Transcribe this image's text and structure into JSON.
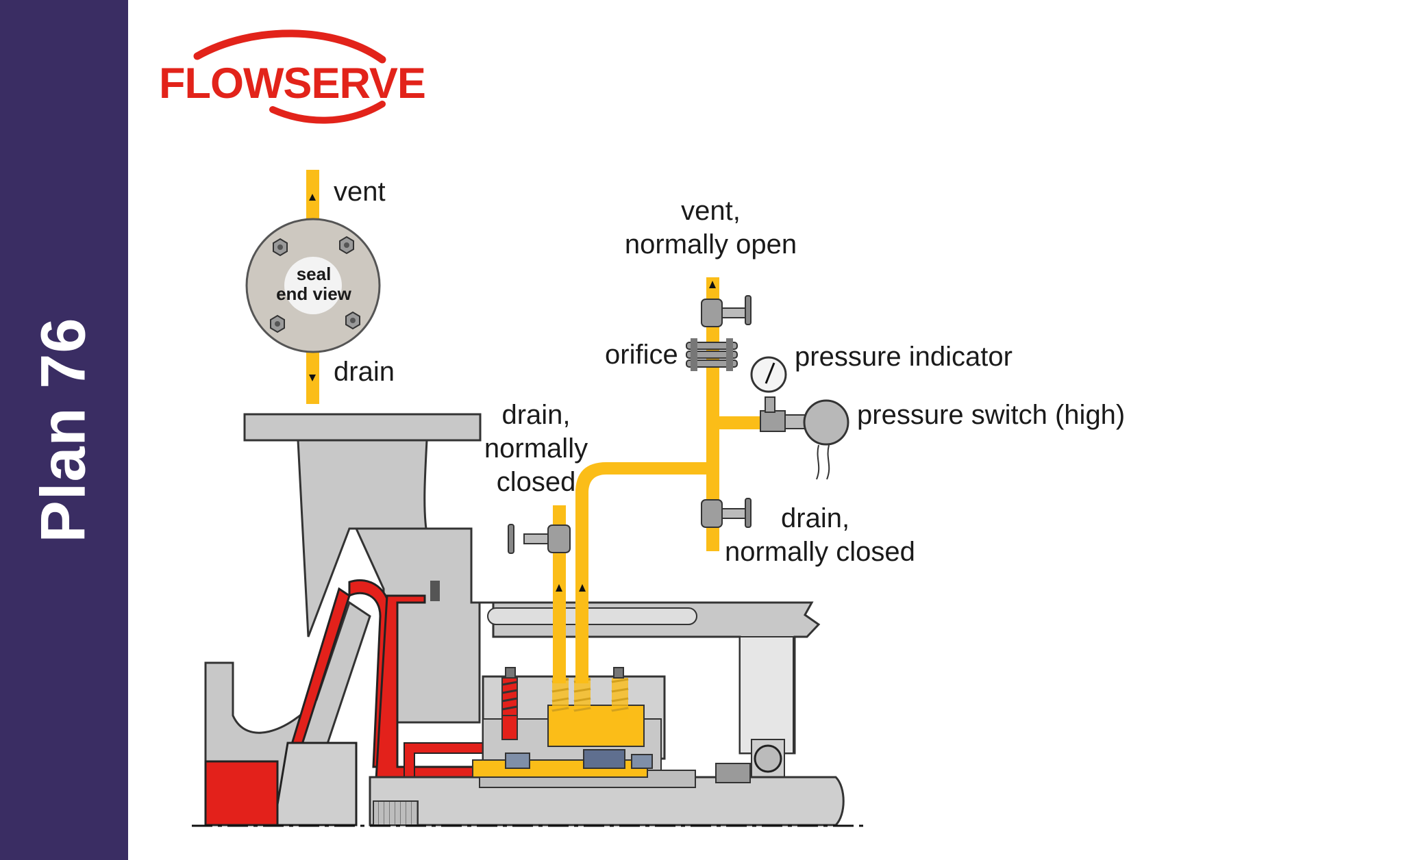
{
  "sidebar": {
    "title": "Plan 76"
  },
  "logo": {
    "text": "FLOWSERVE",
    "color": "#e2231a"
  },
  "colors": {
    "sidebar": "#3a2d63",
    "piping": "#fbbd18",
    "casing": "#c8c8c8",
    "impeller": "#e3211b"
  },
  "labels": {
    "vent": "vent",
    "drain": "drain",
    "seal_end_view_line1": "seal",
    "seal_end_view_line2": "end view",
    "vent_no_line1": "vent,",
    "vent_no_line2": "normally open",
    "orifice": "orifice",
    "pressure_indicator": "pressure indicator",
    "pressure_switch": "pressure switch (high)",
    "drain_nc_left_line1": "drain,",
    "drain_nc_left_line2": "normally",
    "drain_nc_left_line3": "closed",
    "drain_nc_right_line1": "drain,",
    "drain_nc_right_line2": "normally closed"
  }
}
